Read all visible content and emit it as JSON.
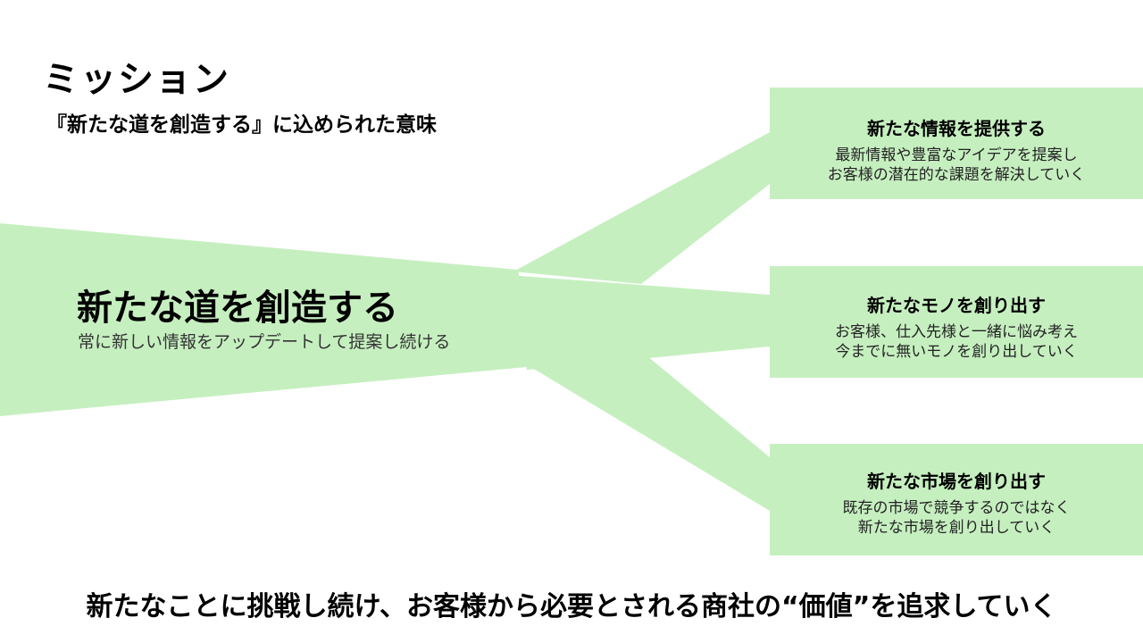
{
  "header": {
    "title": "ミッション",
    "subtitle": "『新たな道を創造する』に込められた意味"
  },
  "main": {
    "heading": "新たな道を創造する",
    "sub": "常に新しい情報をアップデートして提案し続ける"
  },
  "branches": [
    {
      "title": "新たな情報を提供する",
      "line1": "最新情報や豊富なアイデアを提案し",
      "line2": "お客様の潜在的な課題を解決していく"
    },
    {
      "title": "新たなモノを創り出す",
      "line1": "お客様、仕入先様と一緒に悩み考え",
      "line2": "今までに無いモノを創り出していく"
    },
    {
      "title": "新たな市場を創り出す",
      "line1": "既存の市場で競争するのではなく",
      "line2": "新たな市場を創り出していく"
    }
  ],
  "footer": {
    "text": "新たなことに挑戦し続け、お客様から必要とされる商社の“価値”を追求していく"
  },
  "colors": {
    "shape_fill": "#c6efc0",
    "background": "#ffffff"
  }
}
